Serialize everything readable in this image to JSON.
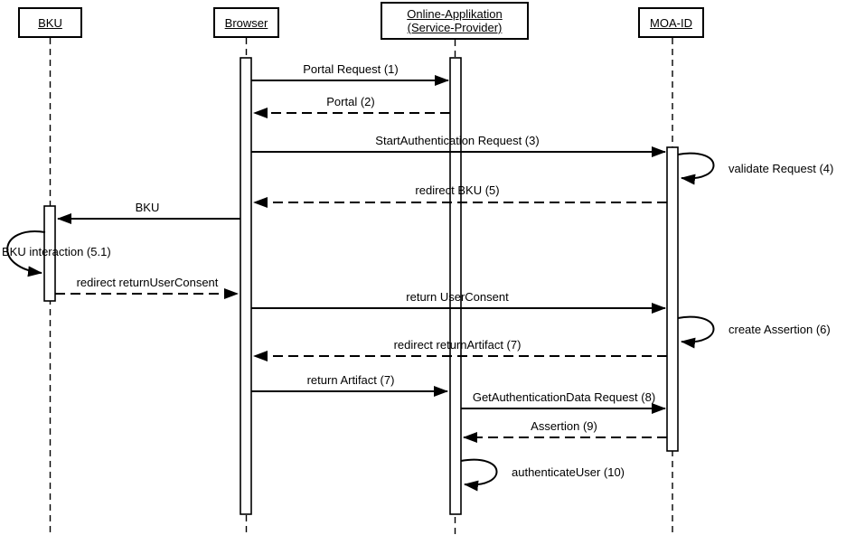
{
  "participants": [
    {
      "id": "bku",
      "label": "BKU"
    },
    {
      "id": "browser",
      "label": "Browser"
    },
    {
      "id": "online-app",
      "label": "Online-Applikation (Service-Provider)"
    },
    {
      "id": "moa-id",
      "label": "MOA-ID"
    }
  ],
  "messages": [
    {
      "n": 1,
      "label": "Portal Request (1)",
      "from": "Browser",
      "to": "Online-Applikation (Service-Provider)",
      "line": "solid"
    },
    {
      "n": 2,
      "label": "Portal (2)",
      "from": "Online-Applikation (Service-Provider)",
      "to": "Browser",
      "line": "dashed"
    },
    {
      "n": 3,
      "label": "StartAuthentication Request (3)",
      "from": "Browser",
      "to": "MOA-ID",
      "line": "solid"
    },
    {
      "n": 4,
      "label": "validate Request (4)",
      "from": "MOA-ID",
      "to": "MOA-ID",
      "line": "self"
    },
    {
      "n": 5,
      "label": "redirect BKU (5)",
      "from": "MOA-ID",
      "to": "Browser",
      "line": "dashed"
    },
    {
      "n": 6,
      "label": "BKU",
      "from": "Browser",
      "to": "BKU",
      "line": "solid"
    },
    {
      "n": 7,
      "label": "BKU interaction (5.1)",
      "from": "BKU",
      "to": "BKU",
      "line": "self"
    },
    {
      "n": 8,
      "label": "redirect returnUserConsent",
      "from": "BKU",
      "to": "Browser",
      "line": "dashed"
    },
    {
      "n": 9,
      "label": "return UserConsent",
      "from": "Browser",
      "to": "MOA-ID",
      "line": "solid"
    },
    {
      "n": 10,
      "label": "create Assertion (6)",
      "from": "MOA-ID",
      "to": "MOA-ID",
      "line": "self"
    },
    {
      "n": 11,
      "label": "redirect returnArtifact (7)",
      "from": "MOA-ID",
      "to": "Browser",
      "line": "dashed"
    },
    {
      "n": 12,
      "label": "return Artifact (7)",
      "from": "Browser",
      "to": "Online-Applikation (Service-Provider)",
      "line": "solid"
    },
    {
      "n": 13,
      "label": "GetAuthenticationData Request (8)",
      "from": "Online-Applikation (Service-Provider)",
      "to": "MOA-ID",
      "line": "solid"
    },
    {
      "n": 14,
      "label": "Assertion (9)",
      "from": "MOA-ID",
      "to": "Online-Applikation (Service-Provider)",
      "line": "dashed"
    },
    {
      "n": 15,
      "label": "authenticateUser (10)",
      "from": "Online-Applikation (Service-Provider)",
      "to": "Online-Applikation (Service-Provider)",
      "line": "self"
    }
  ],
  "colors": {
    "line": "#000000",
    "background": "#ffffff"
  }
}
